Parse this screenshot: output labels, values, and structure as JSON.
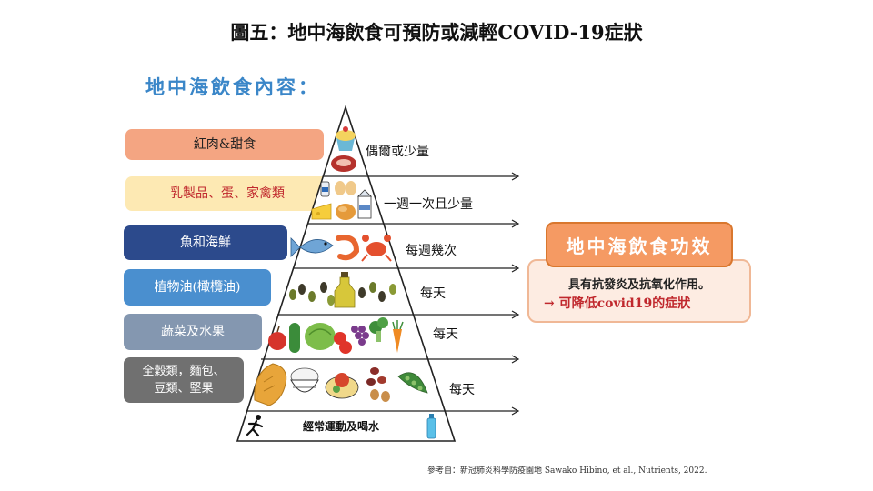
{
  "title": "圖五：地中海飲食可預防或減輕COVID-19症狀",
  "subtitle": "地中海飲食內容：",
  "categories": [
    {
      "label": "紅肉&甜食",
      "bg": "#f4a582",
      "color": "#222222",
      "border": "#f4a582"
    },
    {
      "label": "乳製品、蛋、家禽類",
      "bg": "#fde9b3",
      "color": "#c0282d",
      "border": "#fde9b3"
    },
    {
      "label": "魚和海鮮",
      "bg": "#2c4a8c",
      "color": "#ffffff",
      "border": "#2c4a8c"
    },
    {
      "label": "植物油(橄欖油)",
      "bg": "#4a8fcf",
      "color": "#ffffff",
      "border": "#4a8fcf"
    },
    {
      "label": "蔬菜及水果",
      "bg": "#8497b0",
      "color": "#ffffff",
      "border": "#8497b0"
    },
    {
      "label": "全穀類，麵包、\n豆類、堅果",
      "bg": "#707070",
      "color": "#ffffff",
      "border": "#707070"
    }
  ],
  "tiers": [
    {
      "label": "偶爾或少量"
    },
    {
      "label": "一週一次且少量"
    },
    {
      "label": "每週幾次"
    },
    {
      "label": "每天"
    },
    {
      "label": "每天"
    },
    {
      "label": "每天"
    }
  ],
  "exercise": "經常運動及喝水",
  "benefit": {
    "title": "地中海飲食功效",
    "line1": "具有抗發炎及抗氧化作用。",
    "line2": "→ 可降低covid19的症狀"
  },
  "reference": "參考自：新冠肺炎科學防疫園地  Sawako Hibino, et al., Nutrients, 2022.",
  "icons": [
    "cupcake-icon",
    "steak-icon",
    "milk-bottle-icon",
    "eggs-icon",
    "cheese-icon",
    "chicken-icon",
    "milk-carton-icon",
    "fish-icon",
    "shrimp-icon",
    "crab-icon",
    "olives-icon",
    "olive-oil-icon",
    "apple-icon",
    "cucumber-icon",
    "lettuce-icon",
    "tomatoes-icon",
    "grapes-icon",
    "broccoli-icon",
    "carrot-icon",
    "bread-icon",
    "rice-bowl-icon",
    "pasta-icon",
    "beans-icon",
    "nuts-icon",
    "peas-icon",
    "running-person-icon",
    "water-bottle-icon"
  ]
}
